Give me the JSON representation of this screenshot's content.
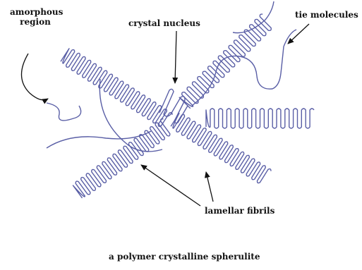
{
  "labels": {
    "amorphous": [
      "amorphous",
      "region"
    ],
    "crystal_nucleus": "crystal nucleus",
    "tie_molecules": "tie molecules",
    "lamellar_fibrils": "lamellar fibrils",
    "caption": "a polymer crystalline spherulite"
  },
  "colors": {
    "chain": "#5a5fa6",
    "arrow": "#111111",
    "text": "#111111",
    "background": "#ffffff"
  }
}
